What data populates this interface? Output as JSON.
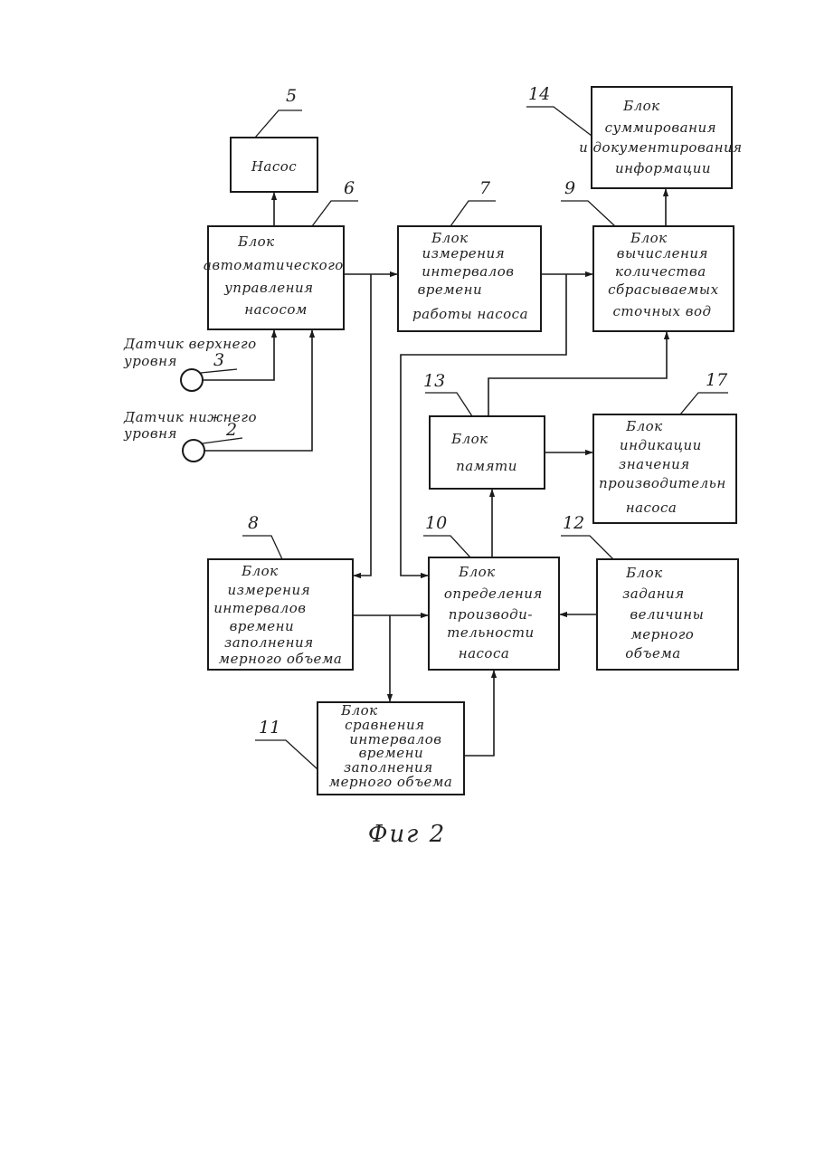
{
  "blocks": {
    "pump": {
      "num": "5",
      "lines": [
        "Насос"
      ]
    },
    "auto_control": {
      "num": "6",
      "lines": [
        "Блок",
        "автоматического",
        "управления",
        "насосом"
      ]
    },
    "measure_work": {
      "num": "7",
      "lines": [
        "Блок",
        "измерения",
        "интервалов",
        "времени",
        "работы насоса"
      ]
    },
    "calc_water": {
      "num": "9",
      "lines": [
        "Блок",
        "вычисления",
        "количества",
        "сбрасываемых",
        "сточных вод"
      ]
    },
    "summation": {
      "num": "14",
      "lines": [
        "Блок",
        "суммирования",
        "и документирования",
        "информации"
      ]
    },
    "memory": {
      "num": "13",
      "lines": [
        "Блок",
        "памяти"
      ]
    },
    "indication": {
      "num": "17",
      "lines": [
        "Блок",
        "индикации",
        "значения",
        "производительн",
        "насоса"
      ]
    },
    "measure_fill": {
      "num": "8",
      "lines": [
        "Блок",
        "измерения",
        "интервалов",
        "времени",
        "заполнения",
        "мерного объема"
      ]
    },
    "determine_perf": {
      "num": "10",
      "lines": [
        "Блок",
        "определения",
        "производи-",
        "тельности",
        "насоса"
      ]
    },
    "set_volume": {
      "num": "12",
      "lines": [
        "Блок",
        "задания",
        "величины",
        "мерного",
        "объема"
      ]
    },
    "compare": {
      "num": "11",
      "lines": [
        "Блок",
        "сравнения",
        "интервалов",
        "времени",
        "заполнения",
        "мерного объема"
      ]
    }
  },
  "sensors": {
    "upper": {
      "num": "3",
      "lines": [
        "Датчик верхнего",
        "уровня"
      ]
    },
    "lower": {
      "num": "2",
      "lines": [
        "Датчик нижнего",
        "уровня"
      ]
    }
  },
  "caption": "Фиг 2"
}
